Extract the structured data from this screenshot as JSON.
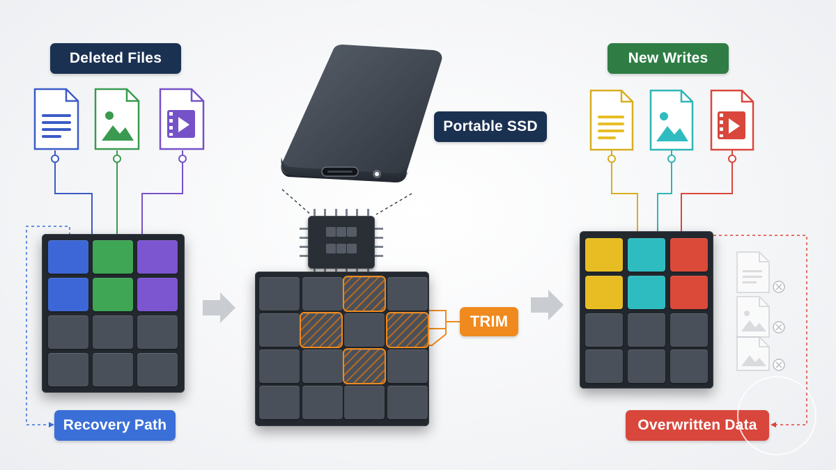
{
  "labels": {
    "deleted_files": "Deleted Files",
    "portable_ssd": "Portable SSD",
    "new_writes": "New Writes",
    "trim": "TRIM",
    "recovery_path": "Recovery Path",
    "overwritten_data": "Overwritten Data"
  },
  "colors": {
    "navy": "#1b3152",
    "green": "#2f7d45",
    "orange": "#f08a1e",
    "blue": "#3b6fd8",
    "red": "#d9473c"
  },
  "icons": {
    "deleted": [
      "document-icon",
      "image-icon",
      "video-icon"
    ],
    "new": [
      "document-icon",
      "image-icon",
      "video-icon"
    ],
    "overwritten": [
      "document-icon",
      "image-icon",
      "image-icon"
    ]
  }
}
